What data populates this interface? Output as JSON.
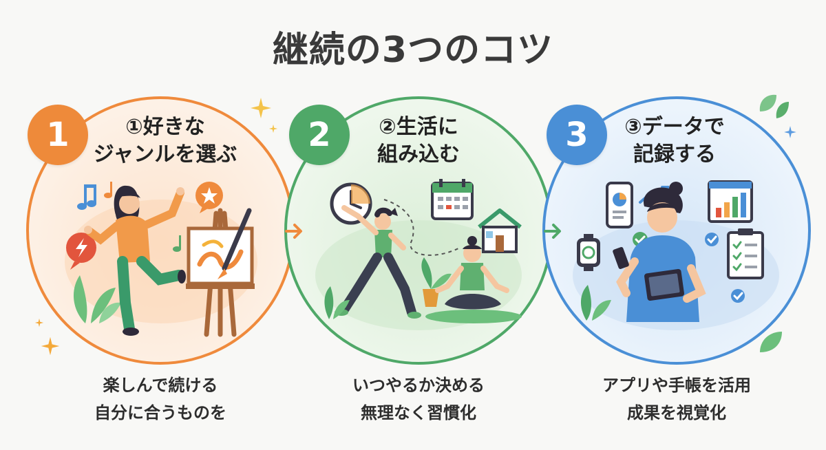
{
  "title": "継続の3つのコツ",
  "steps": [
    {
      "number": "1",
      "title_line1": "①好きな",
      "title_line2": "ジャンルを選ぶ",
      "desc_line1": "楽しんで続ける",
      "desc_line2": "自分に合うものを",
      "color": "#ef8a3c"
    },
    {
      "number": "2",
      "title_line1": "②生活に",
      "title_line2": "組み込む",
      "desc_line1": "いつやるか決める",
      "desc_line2": "無理なく習慣化",
      "color": "#4fa868"
    },
    {
      "number": "3",
      "title_line1": "③データで",
      "title_line2": "記録する",
      "desc_line1": "アプリや手帳を活用",
      "desc_line2": "成果を視覚化",
      "color": "#4a8fd6"
    }
  ],
  "icons": {
    "step1": [
      "dancing-person-icon",
      "music-note-icon",
      "star-bubble-icon",
      "easel-painting-icon",
      "plant-icon"
    ],
    "step2": [
      "clock-icon",
      "calendar-icon",
      "house-icon",
      "stretching-person-icon",
      "meditating-person-icon",
      "potted-plant-icon"
    ],
    "step3": [
      "smartphone-chart-icon",
      "smartwatch-icon",
      "bar-chart-window-icon",
      "checklist-clipboard-icon",
      "person-with-tablet-icon",
      "check-badge-icon"
    ]
  }
}
